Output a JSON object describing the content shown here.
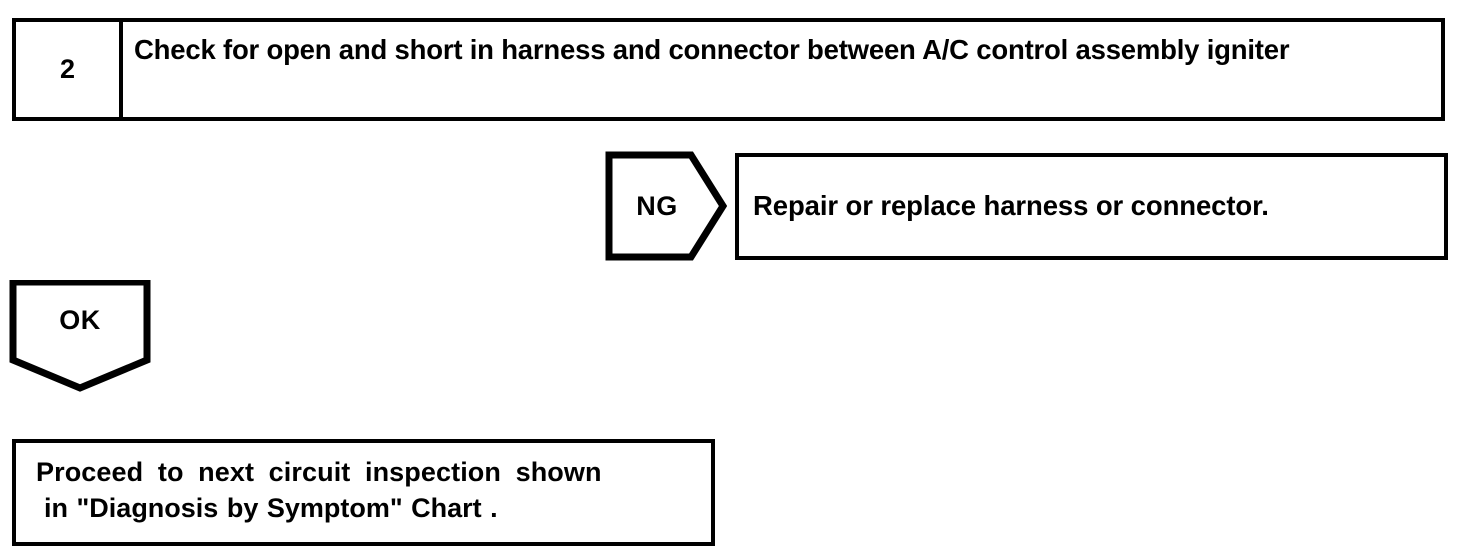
{
  "document": {
    "type": "troubleshooting-flowchart",
    "background_color": "#ffffff",
    "ink_color": "#000000"
  },
  "step": {
    "number": "2",
    "instruction": "Check for open and short in harness and connector between A/C control assembly igniter"
  },
  "branches": {
    "ng": {
      "label": "NG",
      "result_text": "Repair or replace harness or connector."
    },
    "ok": {
      "label": "OK"
    }
  },
  "proceed": {
    "line1": "Proceed to next circuit inspection shown",
    "line2": "in \"Diagnosis by Symptom\" Chart ."
  }
}
